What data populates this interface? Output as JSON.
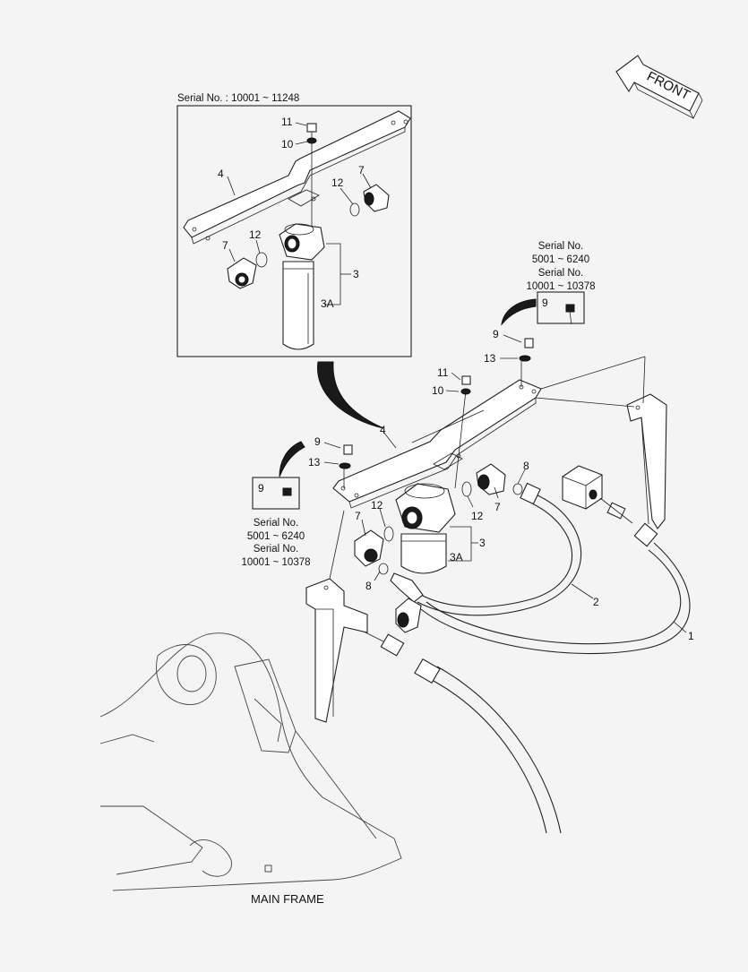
{
  "front_label": "FRONT",
  "inset": {
    "title": "Serial No. : 10001 ~ 11248",
    "callouts": [
      {
        "id": "11",
        "text": "11"
      },
      {
        "id": "10",
        "text": "10"
      },
      {
        "id": "4",
        "text": "4"
      },
      {
        "id": "7a",
        "text": "7"
      },
      {
        "id": "12a",
        "text": "12"
      },
      {
        "id": "7b",
        "text": "7"
      },
      {
        "id": "12b",
        "text": "12"
      },
      {
        "id": "3",
        "text": "3"
      },
      {
        "id": "3A",
        "text": "3A"
      }
    ]
  },
  "serial_note_right": {
    "line1": "Serial No.",
    "line2": "5001 ~ 6240",
    "line3": "Serial No.",
    "line4": "10001 ~ 10378",
    "box_label": "9"
  },
  "serial_note_left": {
    "line1": "Serial No.",
    "line2": "5001 ~ 6240",
    "line3": "Serial No.",
    "line4": "10001 ~ 10378",
    "box_label": "9"
  },
  "main_callouts": [
    {
      "id": "9r",
      "text": "9"
    },
    {
      "id": "13r",
      "text": "13"
    },
    {
      "id": "11",
      "text": "11"
    },
    {
      "id": "10",
      "text": "10"
    },
    {
      "id": "4",
      "text": "4"
    },
    {
      "id": "9l",
      "text": "9"
    },
    {
      "id": "13l",
      "text": "13"
    },
    {
      "id": "8a",
      "text": "8"
    },
    {
      "id": "7a",
      "text": "7"
    },
    {
      "id": "12a",
      "text": "12"
    },
    {
      "id": "12b",
      "text": "12"
    },
    {
      "id": "7b",
      "text": "7"
    },
    {
      "id": "3",
      "text": "3"
    },
    {
      "id": "3A",
      "text": "3A"
    },
    {
      "id": "8b",
      "text": "8"
    },
    {
      "id": "2",
      "text": "2"
    },
    {
      "id": "1",
      "text": "1"
    }
  ],
  "main_frame_label": "MAIN FRAME"
}
